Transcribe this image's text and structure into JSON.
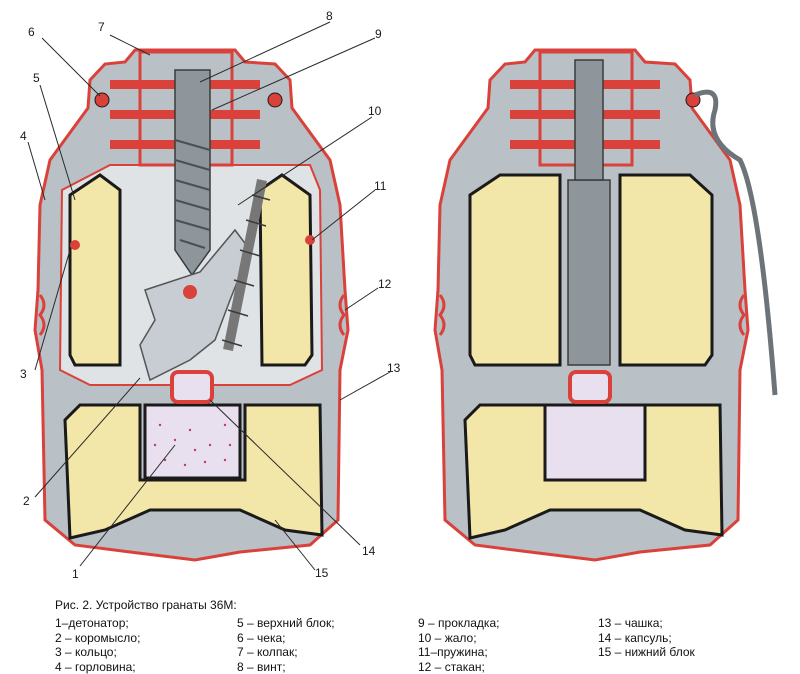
{
  "figure": {
    "caption_title": "Рис. 2. Устройство гранаты 36М:",
    "callouts": [
      "1",
      "2",
      "3",
      "4",
      "5",
      "6",
      "7",
      "8",
      "9",
      "10",
      "11",
      "12",
      "13",
      "14",
      "15"
    ],
    "legend_columns": [
      [
        "1–детонатор;",
        "2 – коромысло;",
        "3 – кольцо;",
        "4 – горловина;"
      ],
      [
        "5 – верхний блок;",
        "6 – чека;",
        "7 – колпак;",
        "8 – винт;"
      ],
      [
        "9 – прокладка;",
        "10 – жало;",
        "11–пружина;",
        "12 – стакан;"
      ],
      [
        "13 – чашка;",
        "14 – капсуль;",
        "15 – нижний блок"
      ]
    ]
  },
  "colors": {
    "shell_red": "#d9413a",
    "body_gray": "#b9c0c6",
    "cavity_gray": "#dfe3e6",
    "charge_yellow": "#f2e6a8",
    "detonator_fill": "#e8e0ee"
  }
}
